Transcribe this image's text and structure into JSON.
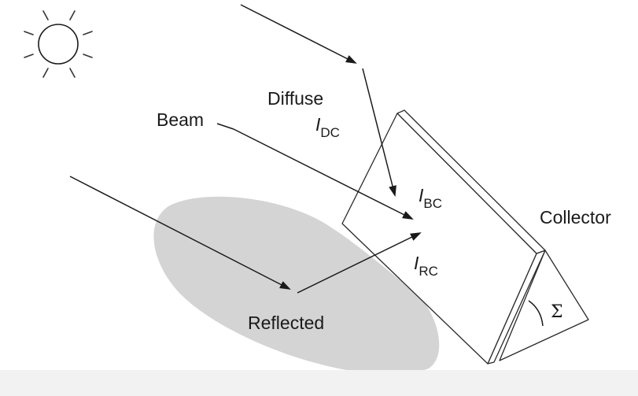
{
  "labels": {
    "diffuse": "Diffuse",
    "beam": "Beam",
    "collector": "Collector",
    "reflected": "Reflected",
    "sigma": "Σ"
  },
  "irradiance": {
    "diffuse": {
      "symbol": "I",
      "subscript": "DC"
    },
    "beam": {
      "symbol": "I",
      "subscript": "BC"
    },
    "reflected": {
      "symbol": "I",
      "subscript": "RC"
    }
  },
  "colors": {
    "ink": "#1a1a1a",
    "ground": "#d4d4d4",
    "band": "#f2f2f2"
  },
  "icons": {
    "sun": "sun-icon"
  }
}
